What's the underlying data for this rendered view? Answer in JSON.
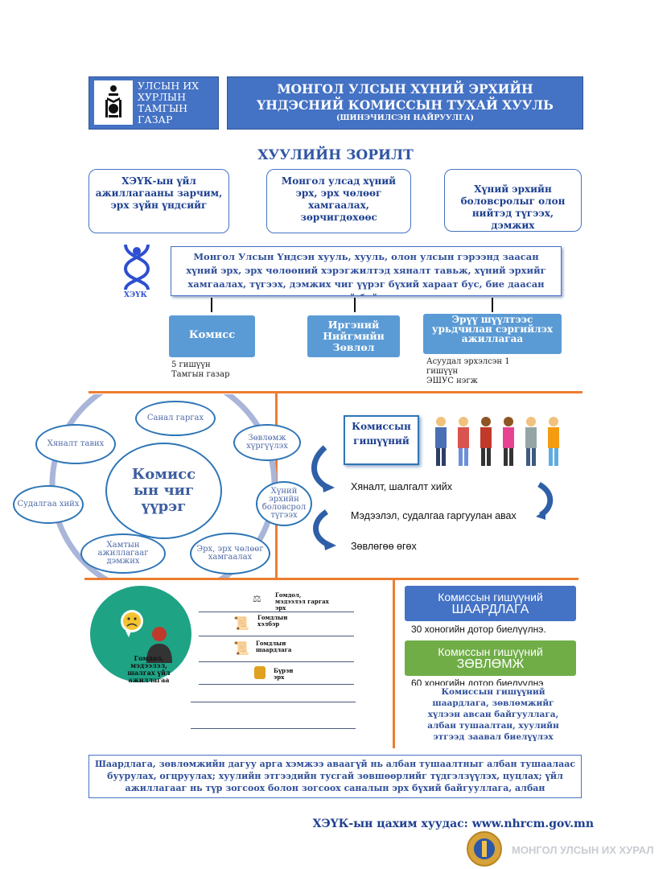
{
  "header": {
    "org_lines": [
      "УЛСЫН ИХ",
      "ХУРЛЫН ТАМГЫН",
      "ГАЗАР"
    ],
    "title_line1": "МОНГОЛ УЛСЫН ХҮНИЙ ЭРХИЙН",
    "title_line2": "ҮНДЭСНИЙ КОМИССЫН ТУХАЙ ХУУЛЬ",
    "subtitle": "(ШИНЭЧИЛСЭН НАЙРУУЛГА)"
  },
  "section_title": "ХУУЛИЙН ЗОРИЛТ",
  "goals": [
    "ХЭҮК-ын үйл ажиллагааны зарчим, эрх зүйн үндсийг",
    "Монгол улсад хүний эрх, эрх чөлөөг хамгаалах, зөрчигдөхөөс",
    "Хүний эрхийн боловсролыг олон нийтэд түгээх, дэмжих"
  ],
  "logo_label": "ХЭҮК",
  "mission": "Монгол Улсын Үндсэн хууль, хууль, олон улсын гэрээнд заасан хүний эрх, эрх чөлөөний хэрэгжилтэд хяналт тавьж, хүний эрхийг хамгаалах, түгээх, дэмжих чиг үүрэг бүхий хараат бус, бие даасан үндэсний байгууллага",
  "structure": [
    {
      "label": "Комисс",
      "notes": [
        "5 гишүүн",
        "Тамгын газар"
      ]
    },
    {
      "label": "Иргэний Нийгмийн Зөвлөл",
      "notes": []
    },
    {
      "label": "Эрүү шүүлтээс урьдчилан сэргийлэх ажиллагаа",
      "notes": [
        "Асуудал эрхэлсэн 1 гишүүн",
        "ЭШУС нэгж"
      ]
    }
  ],
  "wheel": {
    "center": "Комисс ын чиг үүрэг",
    "items": [
      "Санал гаргах",
      "Зөвлөмж хүргүүлэх",
      "Хүний эрхийн боловсрол түгээх",
      "Эрх, эрх чөлөөг хамгаалах",
      "Хамтын ажиллагааг дэмжих",
      "Судалгаа хийх",
      "Хяналт тавих"
    ]
  },
  "members": {
    "title": "Комиссын гишүүний",
    "items": [
      "Хяналт, шалгалт хийх",
      "Мэдээлэл, судалгаа гаргуулан авах",
      "Зөвлөгөө өгөх"
    ]
  },
  "complaints": {
    "circle_label": "Гомдол, мэдээлэл, шалгах үйл ажиллагаа",
    "items": [
      "Гомдол, мэдээлэл гаргах эрх",
      "Гомдлын хэлбэр",
      "Гомдлын шаардлага",
      "Бүрэн эрх"
    ]
  },
  "demand": {
    "title_small": "Комиссын гишүүний",
    "title_big": "ШААРДЛАГА",
    "note": "30 хоногийн дотор биелүүлнэ.",
    "color": "#4472c4"
  },
  "recommendation": {
    "title_small": "Комиссын гишүүний",
    "title_big": "ЗӨВЛӨМЖ",
    "note": "60 хоногийн дотор биелүүлнэ",
    "color": "#70ad47"
  },
  "obligation_text": "Комиссын гишүүний шаардлага, зөвлөмжийг хүлээн авсан байгууллага, албан тушаалтан, хуулийн этгээд заавал биелүүлэх",
  "bottom_text": "Шаардлага, зөвлөмжийн дагуу арга хэмжээ аваагүй нь албан тушаалтныг албан тушаалаас буурулах, огцруулах; хуулийн этгээдийн тусгай зөвшөөрлийг түдгэлзүүлэх, цуцлах; үйл ажиллагааг нь түр зогсоох болон зогсоох саналын эрх бүхий байгууллага, албан тушаалтанд",
  "website": "ХЭҮК-ын цахим хуудас: www.nhrcm.gov.mn",
  "footer_brand": "МОНГОЛ УЛСЫН ИХ ХУРАЛ",
  "accent_colors": {
    "blue": "#4472c4",
    "orange": "#ed7d31",
    "green": "#70ad47",
    "light_blue": "#5b9bd5"
  }
}
